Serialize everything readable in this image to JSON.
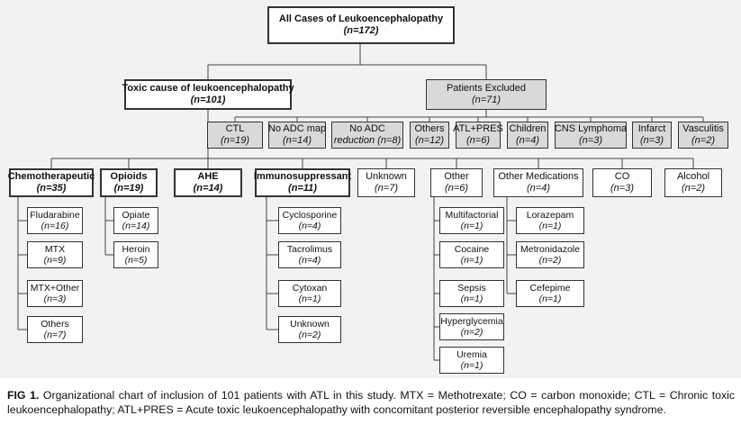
{
  "nodes": {
    "root": {
      "label": "All Cases of Leukoencephalopathy",
      "count": "(n=172)"
    },
    "toxic": {
      "label": "Toxic cause of leukoencephalopathy",
      "count": "(n=101)"
    },
    "excluded": {
      "label": "Patients Excluded",
      "count": "(n=71)"
    },
    "ex_ctl": {
      "label": "CTL",
      "count": "(n=19)"
    },
    "ex_noadcmap": {
      "label": "No ADC map",
      "count": "(n=14)"
    },
    "ex_noadcred": {
      "label": "No ADC",
      "count": "reduction (n=8)"
    },
    "ex_others": {
      "label": "Others",
      "count": "(n=12)"
    },
    "ex_atlpres": {
      "label": "ATL+PRES",
      "count": "(n=6)"
    },
    "ex_children": {
      "label": "Children",
      "count": "(n=4)"
    },
    "ex_cns": {
      "label": "CNS Lymphoma",
      "count": "(n=3)"
    },
    "ex_infarct": {
      "label": "Infarct",
      "count": "(n=3)"
    },
    "ex_vasculitis": {
      "label": "Vasculitis",
      "count": "(n=2)"
    },
    "chemo": {
      "label": "Chemotherapeutic",
      "count": "(n=35)"
    },
    "opioids": {
      "label": "Opioids",
      "count": "(n=19)"
    },
    "ahe": {
      "label": "AHE",
      "count": "(n=14)"
    },
    "immuno": {
      "label": "Immunosuppressant",
      "count": "(n=11)"
    },
    "unknown": {
      "label": "Unknown",
      "count": "(n=7)"
    },
    "other": {
      "label": "Other",
      "count": "(n=6)"
    },
    "othermed": {
      "label": "Other Medications",
      "count": "(n=4)"
    },
    "co": {
      "label": "CO",
      "count": "(n=3)"
    },
    "alcohol": {
      "label": "Alcohol",
      "count": "(n=2)"
    },
    "fludarabine": {
      "label": "Fludarabine",
      "count": "(n=16)"
    },
    "mtx": {
      "label": "MTX",
      "count": "(n=9)"
    },
    "mtxother": {
      "label": "MTX+Other",
      "count": "(n=3)"
    },
    "chemo_others": {
      "label": "Others",
      "count": "(n=7)"
    },
    "opiate": {
      "label": "Opiate",
      "count": "(n=14)"
    },
    "heroin": {
      "label": "Heroin",
      "count": "(n=5)"
    },
    "cyclosporine": {
      "label": "Cyclosporine",
      "count": "(n=4)"
    },
    "tacrolimus": {
      "label": "Tacrolimus",
      "count": "(n=4)"
    },
    "cytoxan": {
      "label": "Cytoxan",
      "count": "(n=1)"
    },
    "imm_unknown": {
      "label": "Unknown",
      "count": "(n=2)"
    },
    "multifactorial": {
      "label": "Multifactorial",
      "count": "(n=1)"
    },
    "cocaine": {
      "label": "Cocaine",
      "count": "(n=1)"
    },
    "sepsis": {
      "label": "Sepsis",
      "count": "(n=1)"
    },
    "hyperglycemia": {
      "label": "Hyperglycemia",
      "count": "(n=2)"
    },
    "uremia": {
      "label": "Uremia",
      "count": "(n=1)"
    },
    "lorazepam": {
      "label": "Lorazepam",
      "count": "(n=1)"
    },
    "metronidazole": {
      "label": "Metronidazole",
      "count": "(n=2)"
    },
    "cefepime": {
      "label": "Cefepime",
      "count": "(n=1)"
    }
  },
  "caption": {
    "fig_label": "FIG 1.",
    "text": "Organizational chart of inclusion of 101 patients with ATL in this study. MTX = Methotrexate; CO = carbon monoxide; CTL = Chronic toxic leukoencephalopathy; ATL+PRES = Acute toxic leukoencephalopathy with concomitant posterior reversible encephalopathy syndrome."
  }
}
